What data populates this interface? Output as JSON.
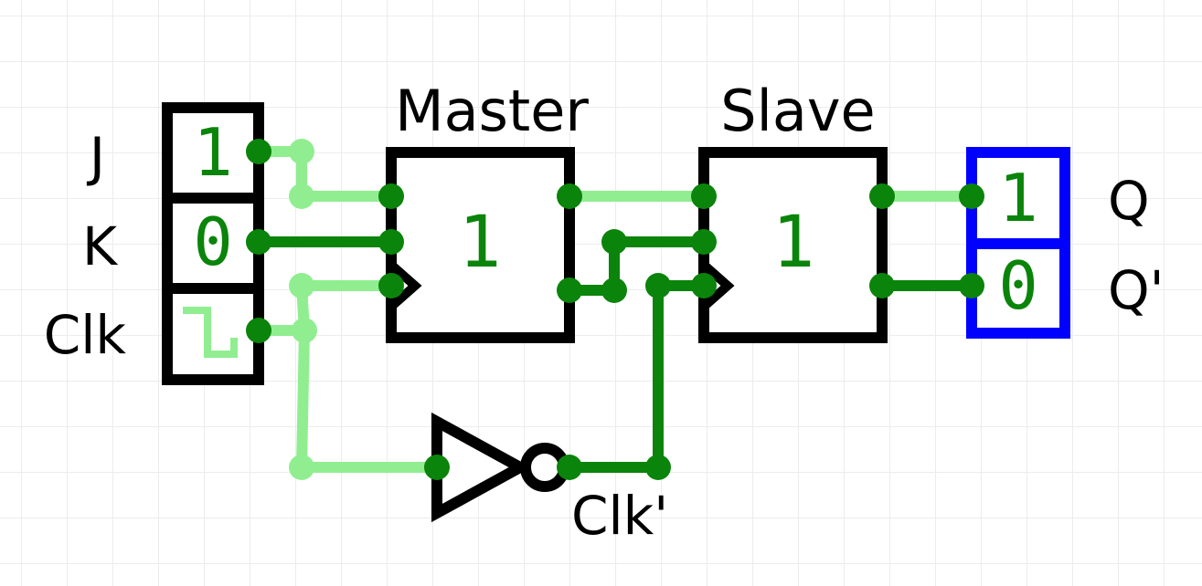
{
  "titles": {
    "master": "Master",
    "slave": "Slave"
  },
  "inputs": {
    "j": {
      "label": "J",
      "value": "1"
    },
    "k": {
      "label": "K",
      "value": "0"
    },
    "clk": {
      "label": "Clk"
    }
  },
  "master": {
    "state": "1"
  },
  "slave": {
    "state": "1"
  },
  "inverter": {
    "label": "Clk'"
  },
  "outputs": {
    "q": {
      "label": "Q",
      "value": "1"
    },
    "qbar": {
      "label": "Q'",
      "value": "0"
    }
  },
  "colors": {
    "high_wire": "#90ee90",
    "low_wire": "#0a840a",
    "value_text": "#0a840a",
    "output_border": "#0000ff",
    "outline": "#000000"
  }
}
